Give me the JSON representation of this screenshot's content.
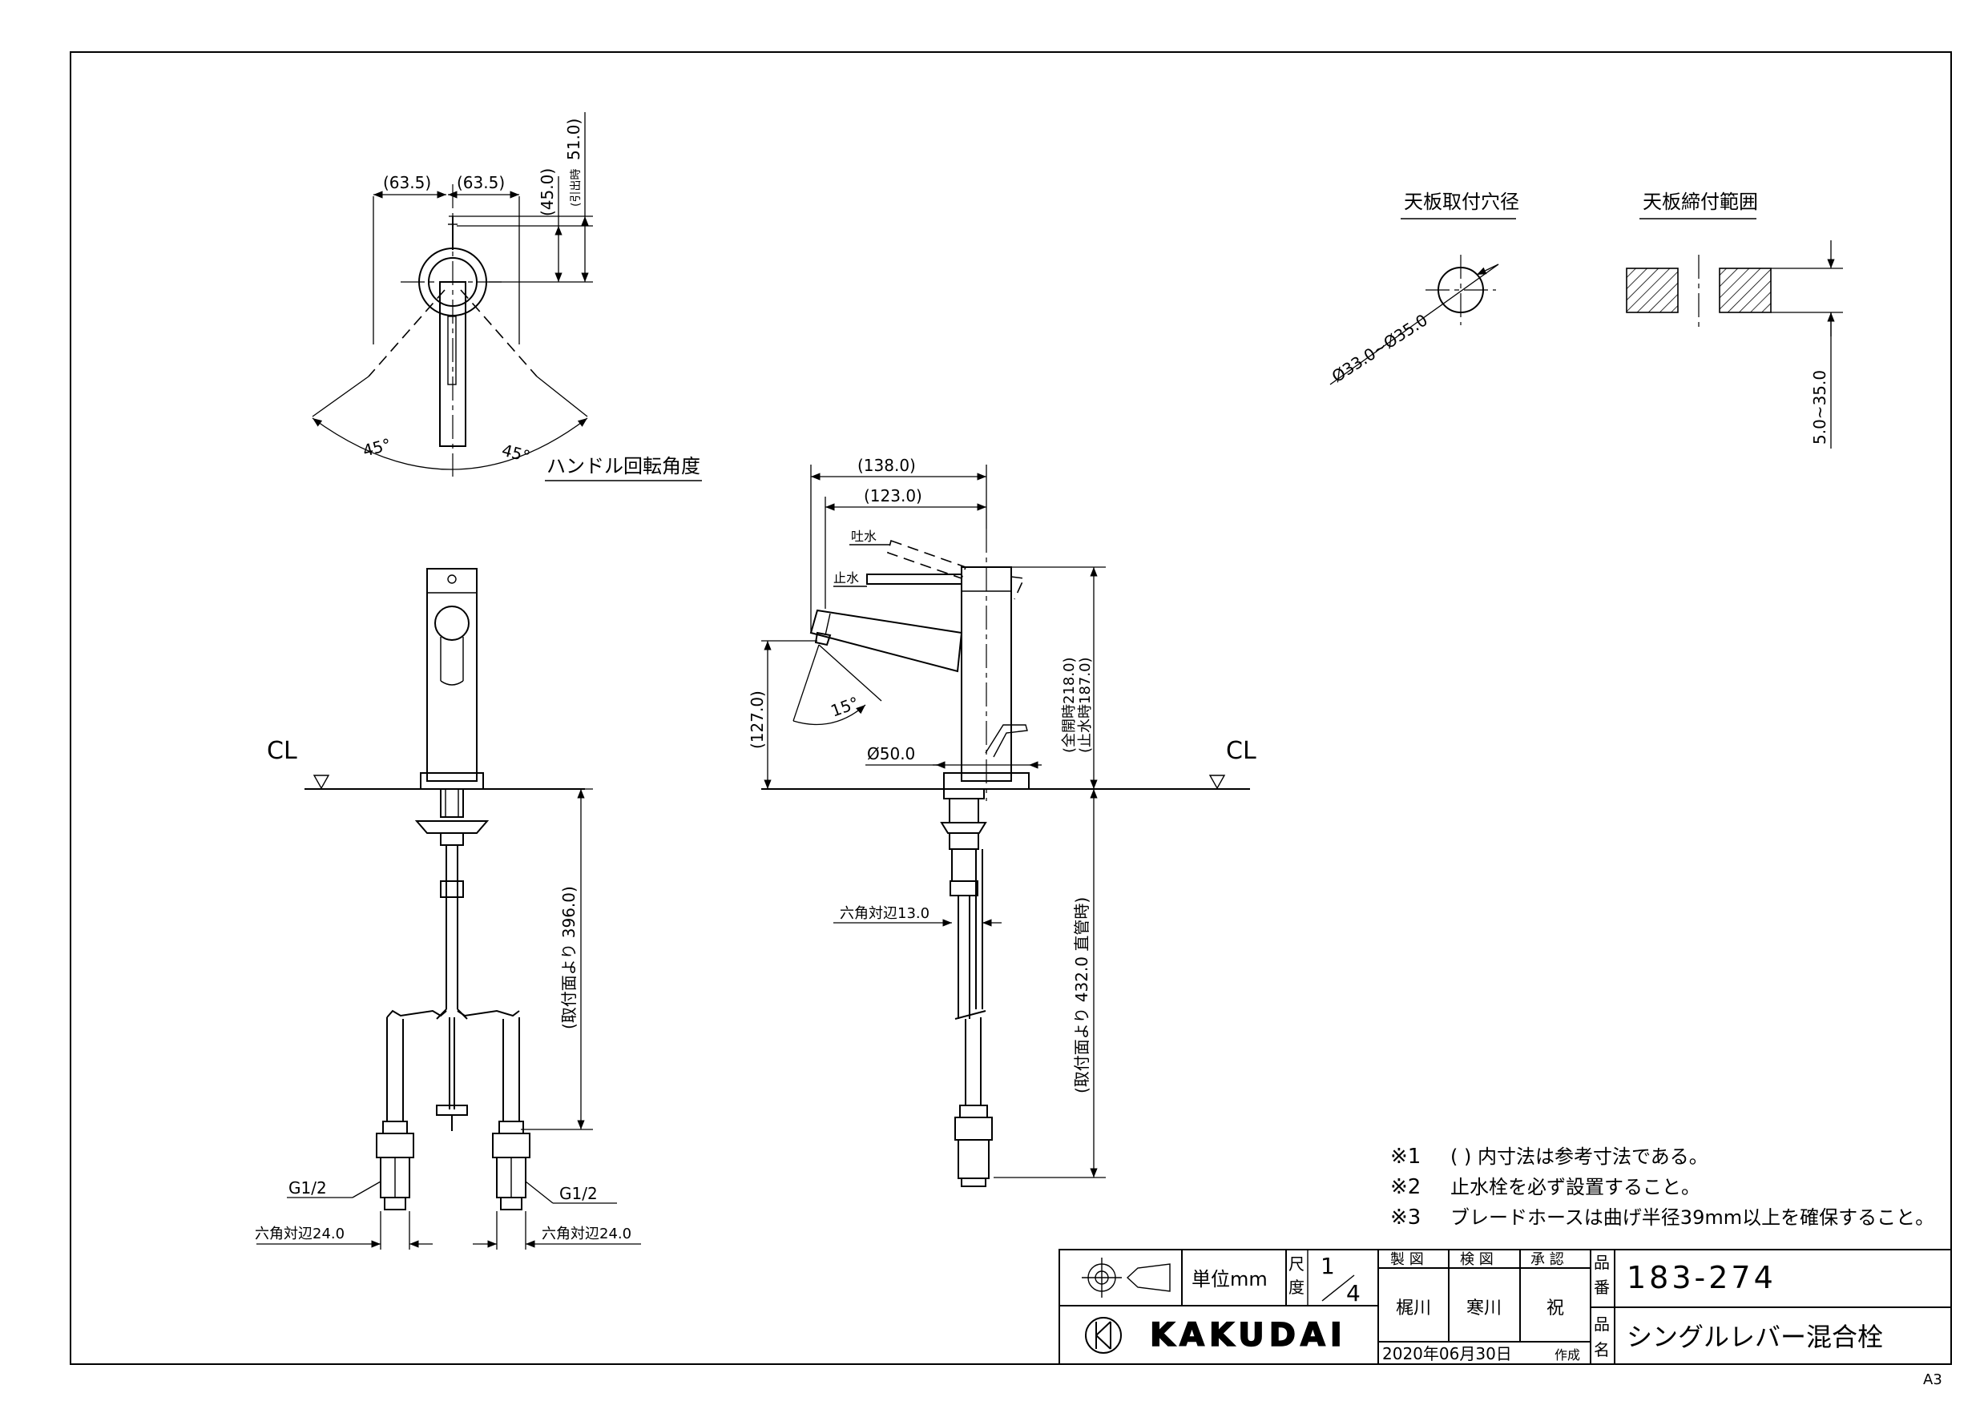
{
  "top_view": {
    "dim_left": "(63.5)",
    "dim_right": "(63.5)",
    "dim_45": "(45.0)",
    "dim_pull_prefix": "(引出時",
    "dim_pull_value": "51.0)",
    "angle_left": "45°",
    "angle_right": "45°",
    "caption": "ハンドル回転角度"
  },
  "mount_hole": {
    "title": "天板取付穴径",
    "dim": "Ø33.0~Ø35.0"
  },
  "clamp_range": {
    "title": "天板締付範囲",
    "dim": "5.0~35.0"
  },
  "side_view": {
    "dim_138": "(138.0)",
    "dim_123": "(123.0)",
    "label_open": "吐水",
    "label_closed": "止水",
    "dim_127": "(127.0)",
    "angle_15": "15°",
    "dim_height_full": "(全開時218.0)",
    "dim_height_closed": "(止水時187.0)",
    "dim_base": "Ø50.0",
    "dim_hex": "六角対辺13.0",
    "dim_432": "(取付面より 432.0 直管時)",
    "cl": "CL"
  },
  "front_view": {
    "cl": "CL",
    "dim_396": "(取付面より 396.0)",
    "g_left": "G1/2",
    "g_right": "G1/2",
    "hex_left": "六角対辺24.0",
    "hex_right": "六角対辺24.0"
  },
  "notes": [
    {
      "mark": "※1",
      "text": "( ) 内寸法は参考寸法である。"
    },
    {
      "mark": "※2",
      "text": "止水栓を必ず設置すること。"
    },
    {
      "mark": "※3",
      "text": "ブレードホースは曲げ半径39mm以上を確保すること。"
    }
  ],
  "title_block": {
    "unit_label": "単位mm",
    "scale_label_1": "尺",
    "scale_label_2": "度",
    "scale_num": "1",
    "scale_den": "4",
    "drawn_head": "製 図",
    "checked_head": "検 図",
    "approved_head": "承 認",
    "drawn_by": "梶川",
    "checked_by": "寒川",
    "approved_by": "祝",
    "part_no_label_1": "品",
    "part_no_label_2": "番",
    "part_no": "183-274",
    "name_label_1": "品",
    "name_label_2": "名",
    "product_name": "シングルレバー混合栓",
    "date": "2020年06月30日",
    "made": "作成",
    "brand": "KAKUDAI"
  },
  "sheet_size": "A3"
}
